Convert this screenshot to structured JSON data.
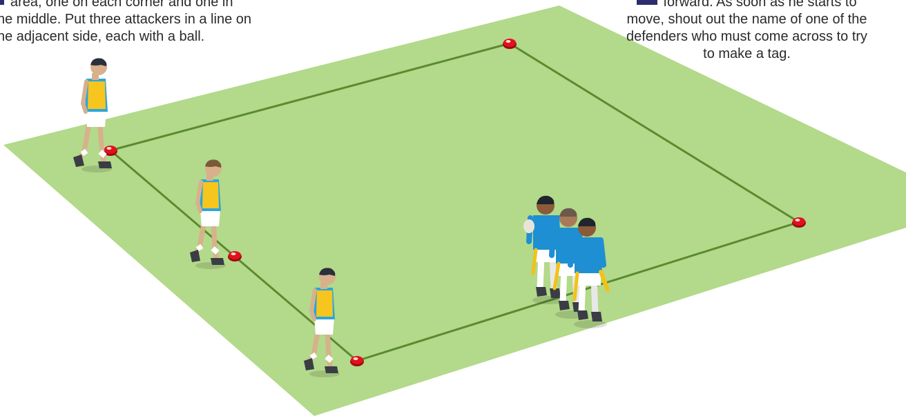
{
  "caption_left": {
    "lines": [
      "area, one on each corner and one in",
      "he middle. Put three attackers in a line on",
      "he adjacent side, each with a ball."
    ]
  },
  "caption_right": {
    "lines": [
      "forward. As soon as he starts to",
      "move, shout out the name of one of the",
      "defenders who must come across to try",
      "to make a tag."
    ]
  },
  "colors": {
    "pitch": "#b3d98a",
    "boundary_line": "#5b8a2e",
    "cone": "#e0121b",
    "defender_bib": "#f6c51e",
    "defender_shirt": "#2aa6dd",
    "attacker_shirt": "#1e8fd2",
    "tag_flag": "#f2c21a",
    "bullet": "#2b2d6e"
  },
  "scene": {
    "defenders_count": 3,
    "attackers_count": 3,
    "cones_count": 5
  }
}
